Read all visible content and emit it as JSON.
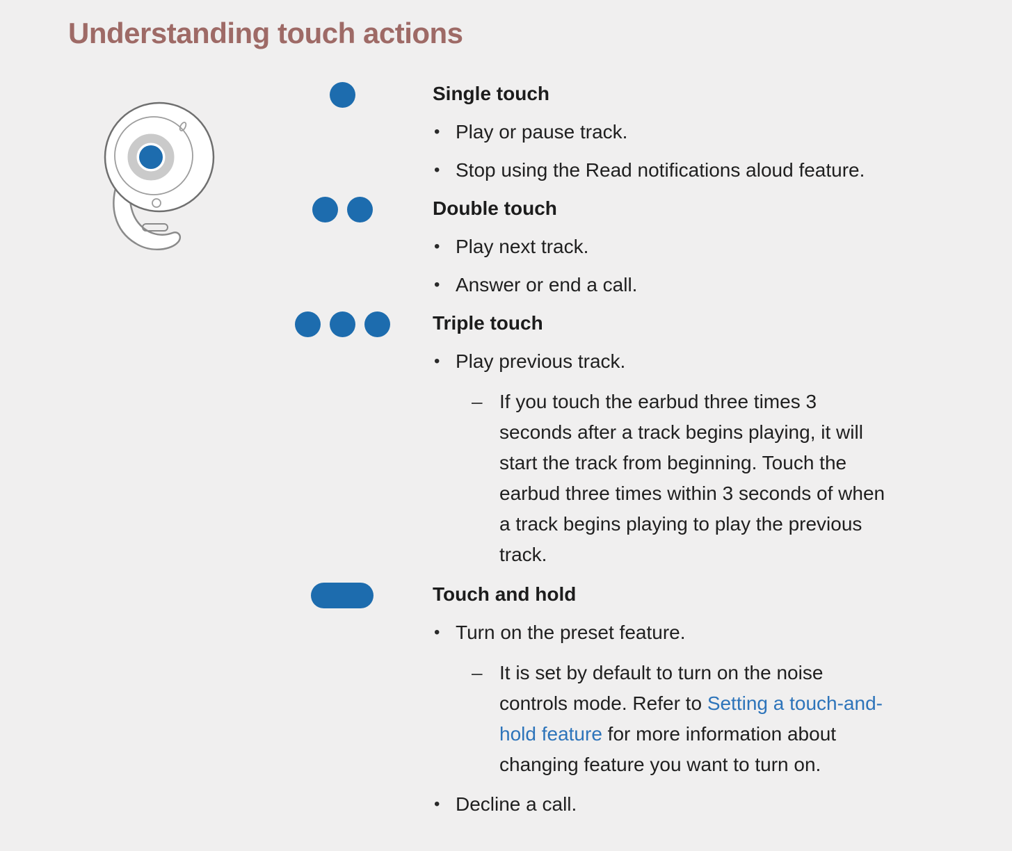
{
  "page_title": "Understanding touch actions",
  "colors": {
    "accent_blue": "#1d6cae",
    "heading": "#9e6a66",
    "link": "#2d74ba",
    "text": "#1f1f1f",
    "background": "#f0efef"
  },
  "illustration": {
    "name": "earbud-touch-area",
    "description": "earbud with blue touch point"
  },
  "sections": [
    {
      "icon": "one-dot",
      "label": "Single touch",
      "bullets": [
        "Play or pause track.",
        "Stop using the Read notifications aloud feature."
      ]
    },
    {
      "icon": "two-dots",
      "label": "Double touch",
      "bullets": [
        "Play next track.",
        "Answer or end a call."
      ]
    },
    {
      "icon": "three-dots",
      "label": "Triple touch",
      "bullets": [
        "Play previous track."
      ],
      "note": "If you touch the earbud three times 3 seconds after a track begins playing, it will start the track from beginning. Touch the earbud three times within 3 seconds of when a track begins playing to play the previous track."
    },
    {
      "icon": "pill",
      "label": "Touch and hold",
      "bullets": [
        "Turn on the preset feature."
      ],
      "note_parts": {
        "before": "It is set by default to turn on the noise controls mode. Refer to ",
        "link": "Setting a touch-and-hold feature",
        "after": " for more information about changing feature you want to turn on."
      },
      "bullets_after": [
        "Decline a call."
      ]
    }
  ]
}
